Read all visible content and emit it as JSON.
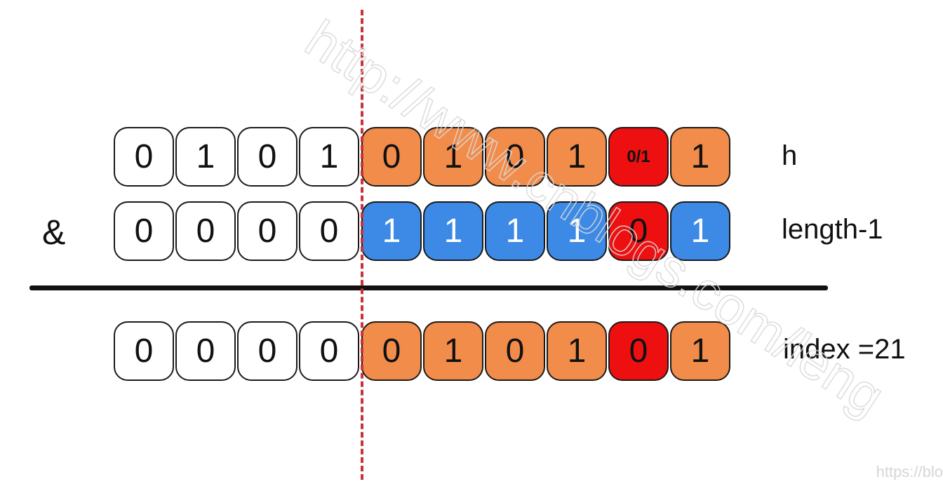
{
  "rows": [
    {
      "label": "h",
      "cells": [
        {
          "text": "0",
          "color": "white"
        },
        {
          "text": "1",
          "color": "white"
        },
        {
          "text": "0",
          "color": "white"
        },
        {
          "text": "1",
          "color": "white"
        },
        {
          "text": "0",
          "color": "orange"
        },
        {
          "text": "1",
          "color": "orange"
        },
        {
          "text": "0",
          "color": "orange"
        },
        {
          "text": "1",
          "color": "orange"
        },
        {
          "text": "0/1",
          "color": "red"
        },
        {
          "text": "1",
          "color": "orange"
        }
      ]
    },
    {
      "label": "length-1",
      "cells": [
        {
          "text": "0",
          "color": "white"
        },
        {
          "text": "0",
          "color": "white"
        },
        {
          "text": "0",
          "color": "white"
        },
        {
          "text": "0",
          "color": "white"
        },
        {
          "text": "1",
          "color": "blue"
        },
        {
          "text": "1",
          "color": "blue"
        },
        {
          "text": "1",
          "color": "blue"
        },
        {
          "text": "1",
          "color": "blue"
        },
        {
          "text": "0",
          "color": "red"
        },
        {
          "text": "1",
          "color": "blue"
        }
      ]
    },
    {
      "label": "index =21",
      "cells": [
        {
          "text": "0",
          "color": "white"
        },
        {
          "text": "0",
          "color": "white"
        },
        {
          "text": "0",
          "color": "white"
        },
        {
          "text": "0",
          "color": "white"
        },
        {
          "text": "0",
          "color": "orange"
        },
        {
          "text": "1",
          "color": "orange"
        },
        {
          "text": "0",
          "color": "orange"
        },
        {
          "text": "1",
          "color": "orange"
        },
        {
          "text": "0",
          "color": "red"
        },
        {
          "text": "1",
          "color": "orange"
        }
      ]
    }
  ],
  "operator": "&",
  "watermark": {
    "diagonal_text": "http://www.cnblogs.com/leng",
    "footer_text": "https://blo"
  },
  "colors": {
    "white": "#ffffff",
    "orange": "#f28c4a",
    "blue": "#3d8ae6",
    "red": "#ee1010",
    "divider": "#c8323a"
  }
}
